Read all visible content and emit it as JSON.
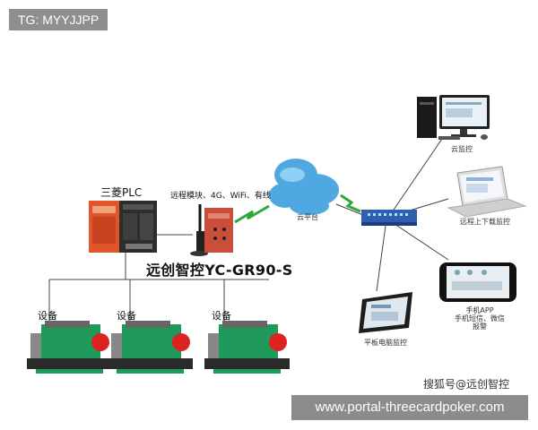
{
  "tag": "TG: MYYJJPP",
  "plc_label": "三菱PLC",
  "module_label": "远程模块、4G、WiFi、有线",
  "brand_label": "远创智控YC-GR90-S",
  "cloud_label": "云平台",
  "endpoints": {
    "cloud_monitor": "云监控",
    "remote_download": "远程上下载监控",
    "mobile_line1": "手机APP",
    "mobile_line2": "手机短信、微信",
    "mobile_line3": "报警",
    "tablet": "平板电脑监控"
  },
  "devices": [
    "设备",
    "设备",
    "设备"
  ],
  "sohu_credit": "搜狐号@远创智控",
  "watermark": "www.portal-threecardpoker.com",
  "colors": {
    "cloud": "#4fa8e0",
    "lightning": "#2fa83a",
    "switch": "#2e5fb0",
    "machine": "#1f9a5a",
    "plc_orange": "#e0552a",
    "gateway": "#c94f3b"
  }
}
